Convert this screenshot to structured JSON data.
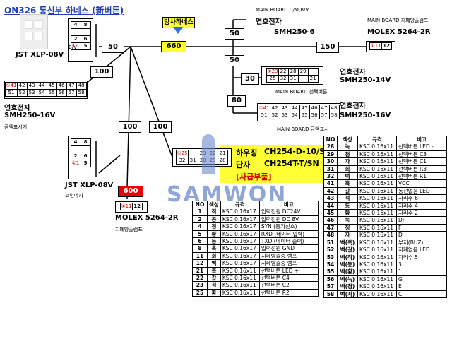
{
  "title": "ON326 통신부 하네스 (新버튼)",
  "vendor_badge": "망사하네스",
  "lengths": {
    "l50a": "50",
    "l660": "660",
    "l150": "150",
    "l50b": "50",
    "l50c": "50",
    "l30": "30",
    "l80": "80",
    "l100a": "100",
    "l100b": "100",
    "l100c": "100",
    "l600": "600"
  },
  "connectors": {
    "jst_left": {
      "name": "JST XLP-08V",
      "pins": [
        "4",
        "8",
        "2",
        "6"
      ],
      "marks": [
        "①1",
        "5"
      ],
      "side": "B/V"
    },
    "smh6": {
      "brand": "연호전자",
      "model": "SMH250-6",
      "board": "MAIN BOARD C/M,B/V"
    },
    "molex_top": {
      "brand": "MAIN BOARD 지폐방출램프",
      "model": "MOLEX 5264-2R",
      "pins": [
        "①11",
        "12"
      ]
    },
    "smh14": {
      "brand": "연호전자",
      "model": "SMH250-14V",
      "board": "MAIN BOARD 선택버튼",
      "row1": [
        "①23",
        "22",
        "28",
        "29",
        ""
      ],
      "row2": [
        "25",
        "32",
        "31",
        "",
        "21"
      ]
    },
    "smh16r": {
      "brand": "연호전자",
      "model": "SMH250-16V",
      "board": "MAIN BOARD 금액표시",
      "row1": [
        "①41",
        "42",
        "43",
        "44",
        "45",
        "46",
        "47",
        "48"
      ],
      "row2": [
        "51",
        "52",
        "53",
        "54",
        "55",
        "56",
        "57",
        "58"
      ]
    },
    "smh16l": {
      "brand": "연호전자",
      "model": "SMH250-16V",
      "sub": "금액표시기",
      "row1": [
        "①41",
        "42",
        "43",
        "44",
        "45",
        "46",
        "47",
        "48"
      ],
      "row2": [
        "51",
        "52",
        "53",
        "54",
        "55",
        "56",
        "57",
        "58"
      ]
    },
    "jst_coin": {
      "name": "JST XLP-08V",
      "sub": "코인메카",
      "pins": [
        "4",
        "8",
        "2",
        "6"
      ],
      "marks": [
        "①1",
        "5"
      ]
    },
    "molex_bottom": {
      "model": "MOLEX 5264-2R",
      "sub": "지폐방출램프",
      "pins": [
        "①11",
        "12"
      ]
    },
    "ch254": {
      "row1": [
        "①25",
        "",
        "23",
        "22",
        "21"
      ],
      "row2": [
        "32",
        "31",
        "30",
        "29",
        "28"
      ],
      "housing": "하우징",
      "housing_model": "CH254-D-10/SN",
      "terminal": "단자",
      "terminal_model": "CH254T-T/SN",
      "note": "[사급부품]"
    }
  },
  "watermark": "SAMWON",
  "table_left": {
    "headers": [
      "NO",
      "색상",
      "규격",
      "비고"
    ],
    "rows": [
      [
        "1",
        "적",
        "KSC 0.16x17",
        "입력전원 DC24V"
      ],
      [
        "2",
        "공",
        "KSC 0.16x17",
        "입력전원 DC 8V"
      ],
      [
        "4",
        "청",
        "KSC 0.16x17",
        "SYN (동기신호)"
      ],
      [
        "5",
        "황",
        "KSC 0.16x17",
        "RXD (데이터 입력)"
      ],
      [
        "6",
        "등",
        "KSC 0.16x17",
        "TXD (데이터 출력)"
      ],
      [
        "8",
        "흑",
        "KSC 0.16x17",
        "입력전원 GND"
      ],
      [
        "11",
        "회",
        "KSC 0.16x17",
        "지폐방출중 램프"
      ],
      [
        "12",
        "백",
        "KSC 0.16x17",
        "지폐방출중 램프"
      ],
      [
        "21",
        "흑",
        "KSC 0.16x11",
        "선택버튼 LED +"
      ],
      [
        "22",
        "갈",
        "KSC 0.16x11",
        "선택버튼 C4"
      ],
      [
        "23",
        "적",
        "KSC 0.16x11",
        "선택버튼 C2"
      ],
      [
        "25",
        "황",
        "KSC 0.16x11",
        "선택버튼 R2"
      ]
    ]
  },
  "table_right": {
    "headers": [
      "NO",
      "색상",
      "규격",
      "비고"
    ],
    "rows": [
      [
        "28",
        "녹",
        "KSC 0.16x11",
        "선택버튼 LED -"
      ],
      [
        "29",
        "청",
        "KSC 0.16x11",
        "선택버튼 C3"
      ],
      [
        "30",
        "자",
        "KSC 0.16x11",
        "선택버튼 C1"
      ],
      [
        "31",
        "회",
        "KSC 0.16x11",
        "선택버튼 R3"
      ],
      [
        "32",
        "백",
        "KSC 0.16x11",
        "선택버튼 R1"
      ],
      [
        "41",
        "흑",
        "KSC 0.16x11",
        "VCC"
      ],
      [
        "42",
        "갈",
        "KSC 0.16x11",
        "동전없음 LED"
      ],
      [
        "43",
        "적",
        "KSC 0.16x11",
        "자리수 6"
      ],
      [
        "44",
        "등",
        "KSC 0.16x11",
        "자리수 4"
      ],
      [
        "45",
        "황",
        "KSC 0.16x11",
        "자리수 2"
      ],
      [
        "46",
        "녹",
        "KSC 0.16x11",
        "DP"
      ],
      [
        "47",
        "청",
        "KSC 0.16x11",
        "F"
      ],
      [
        "48",
        "자",
        "KSC 0.16x11",
        "D"
      ],
      [
        "51",
        "백(흑)",
        "KSC 0.16x11",
        "부저(BUZ)"
      ],
      [
        "52",
        "백(갈)",
        "KSC 0.16x11",
        "지폐없음 LED"
      ],
      [
        "53",
        "백(적)",
        "KSC 0.16x11",
        "자리수 5"
      ],
      [
        "54",
        "백(등)",
        "KSC 0.16x11",
        "3"
      ],
      [
        "55",
        "백(황)",
        "KSC 0.16x11",
        "1"
      ],
      [
        "56",
        "백(녹)",
        "KSC 0.16x11",
        "G"
      ],
      [
        "57",
        "백(청)",
        "KSC 0.16x11",
        "E"
      ],
      [
        "58",
        "백(자)",
        "KSC 0.16x11",
        "C"
      ]
    ]
  }
}
